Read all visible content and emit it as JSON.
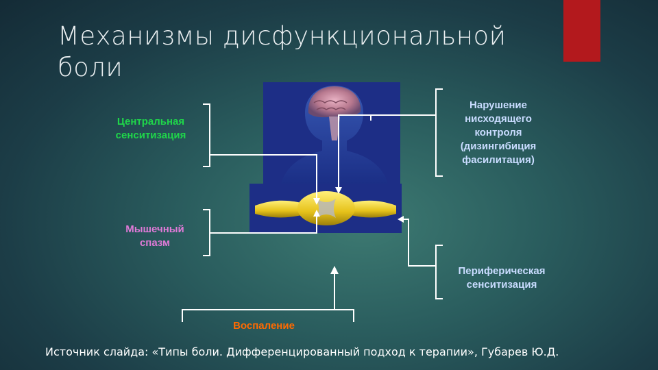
{
  "slide": {
    "title": "Механизмы  дисфункциональной боли",
    "accent_color": "#b3191d",
    "labels": {
      "central": "Центральная сенситизация",
      "descending": "Нарушение нисходящего контроля (дизингибиция фасилитация)",
      "muscle": "Мышечный спазм",
      "peripheral": "Периферическая сенситизация",
      "inflammation": "Воспаление"
    },
    "source": "Источник слайда: «Типы боли. Дифференцированный подход к терапии», Губарев Ю.Д.",
    "colors": {
      "central": "#1fd64a",
      "muscle": "#e07ad8",
      "inflammation": "#ff6a00",
      "descending": "#c9dcff"
    }
  }
}
